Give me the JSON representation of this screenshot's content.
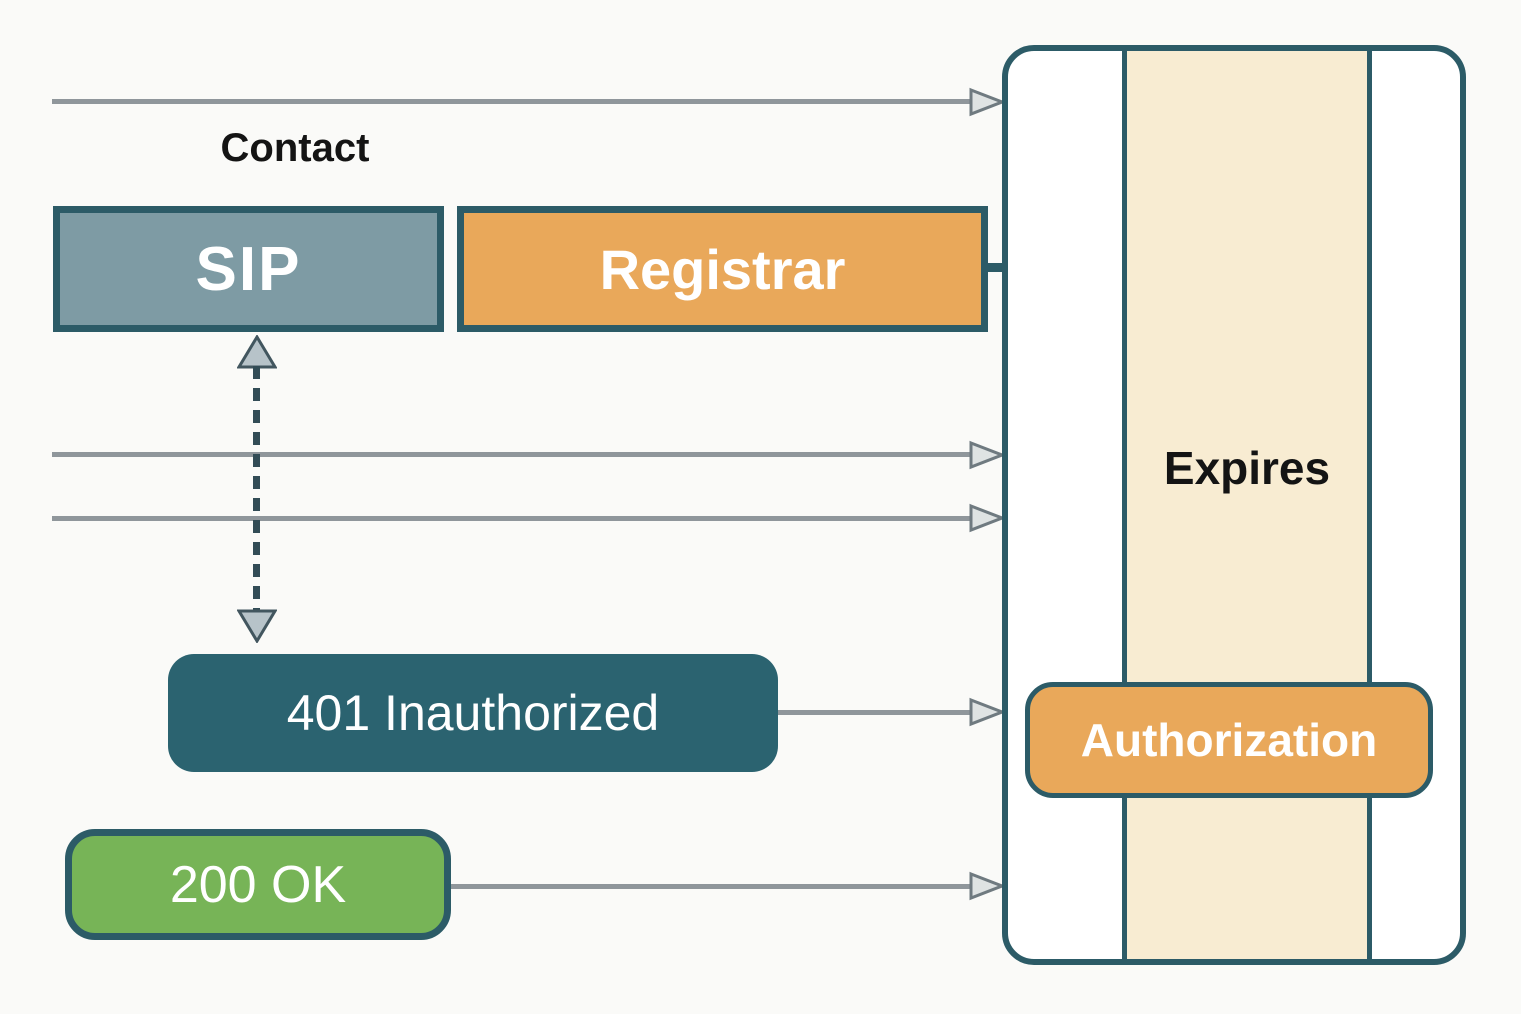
{
  "diagram": {
    "contact_label": "Contact",
    "sip_box": "SIP",
    "registrar_box": "Registrar",
    "expires_label": "Expires",
    "unauthorized_box": "401 Inauthorized",
    "authorization_box": "Authorization",
    "ok_box": "200 OK",
    "colors": {
      "background": "#fafaf8",
      "border_teal": "#2c5b67",
      "sip_fill": "#7e9ba4",
      "orange_fill": "#e9a85a",
      "teal_fill": "#2b6370",
      "green_fill": "#77b457",
      "cream_fill": "#f8ecd2",
      "line_gray": "#8f969b",
      "dash_color": "#324c56",
      "arrowhead_fill": "#dfe3e3",
      "arrowhead_stroke": "#6f7a80",
      "dashed_arrow_fill": "#b7c3c9",
      "dashed_arrow_stroke": "#42565f",
      "text_dark": "#141414",
      "text_light": "#ffffff"
    }
  }
}
